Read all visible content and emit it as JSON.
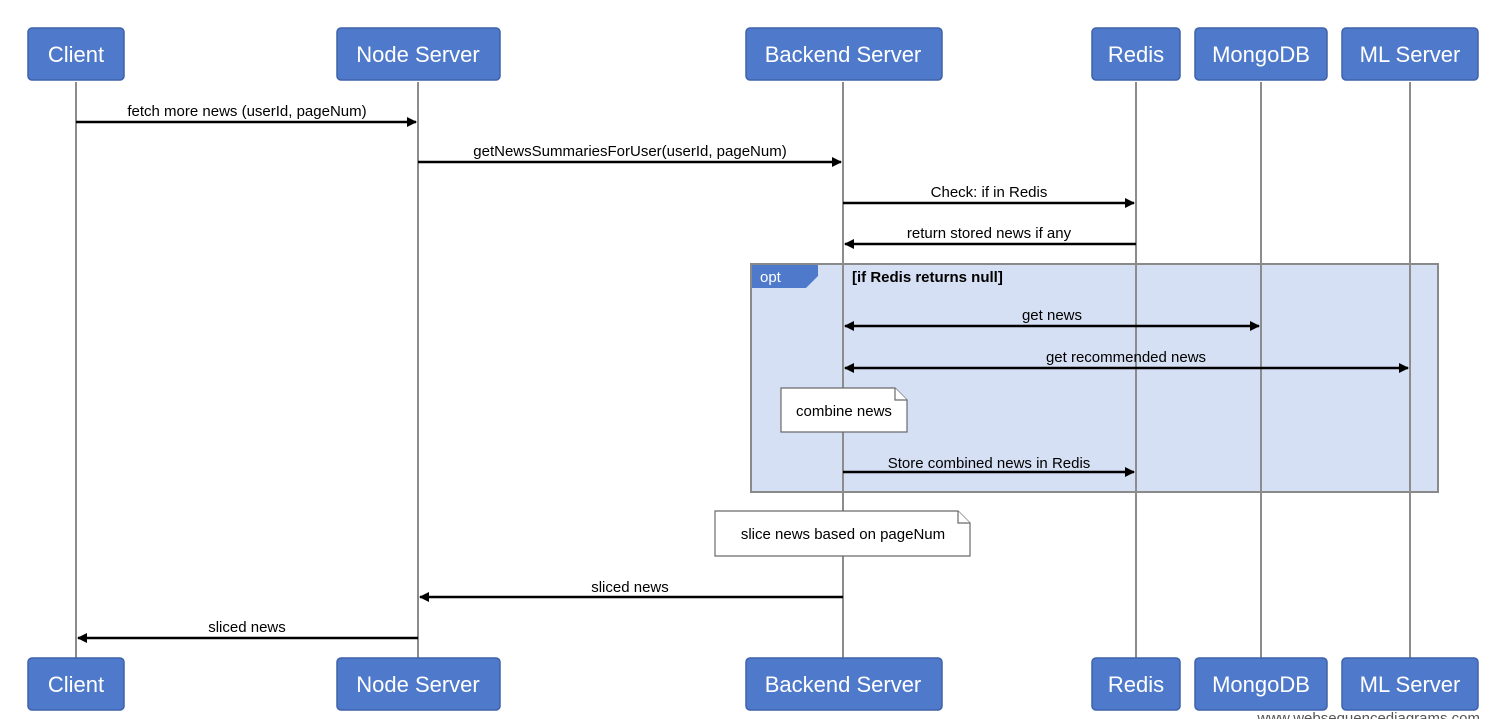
{
  "participants": [
    {
      "id": "client",
      "label": "Client"
    },
    {
      "id": "node",
      "label": "Node Server"
    },
    {
      "id": "backend",
      "label": "Backend Server"
    },
    {
      "id": "redis",
      "label": "Redis"
    },
    {
      "id": "mongo",
      "label": "MongoDB"
    },
    {
      "id": "ml",
      "label": "ML Server"
    }
  ],
  "messages": [
    {
      "id": "fetch-more-news",
      "from": "client",
      "to": "node",
      "label": "fetch more news (userId, pageNum)",
      "direction": "right"
    },
    {
      "id": "get-news-summaries",
      "from": "node",
      "to": "backend",
      "label": "getNewsSummariesForUser(userId, pageNum)",
      "direction": "right"
    },
    {
      "id": "check-redis",
      "from": "backend",
      "to": "redis",
      "label": "Check: if in Redis",
      "direction": "right"
    },
    {
      "id": "return-stored",
      "from": "redis",
      "to": "backend",
      "label": "return stored news if any",
      "direction": "left"
    },
    {
      "id": "get-news",
      "from": "backend",
      "to": "mongo",
      "label": "get news",
      "direction": "both"
    },
    {
      "id": "get-recommended",
      "from": "backend",
      "to": "ml",
      "label": "get recommended news",
      "direction": "both"
    },
    {
      "id": "store-combined",
      "from": "backend",
      "to": "redis",
      "label": "Store combined news in Redis",
      "direction": "right"
    },
    {
      "id": "sliced-news-to-node",
      "from": "backend",
      "to": "node",
      "label": "sliced news",
      "direction": "left"
    },
    {
      "id": "sliced-news-to-client",
      "from": "node",
      "to": "client",
      "label": "sliced news",
      "direction": "left"
    }
  ],
  "opt_frame": {
    "tag": "opt",
    "condition": "[if Redis returns null]"
  },
  "notes": [
    {
      "id": "combine",
      "text": "combine news"
    },
    {
      "id": "slice",
      "text": "slice news based on pageNum"
    }
  ],
  "watermark": "www.websequencediagrams.com",
  "colors": {
    "actor": "#4f7acb",
    "frame": "#d6e0f4",
    "line": "#000000",
    "lifeline": "#8c8c8c"
  }
}
